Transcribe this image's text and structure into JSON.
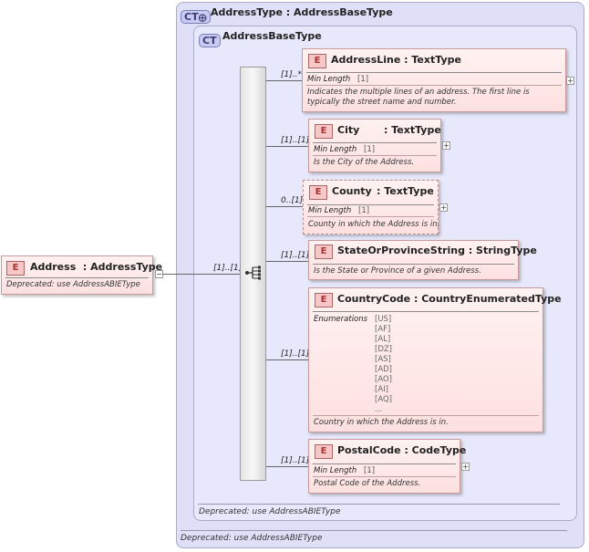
{
  "address_type": {
    "badge": "CT",
    "title": "AddressType : AddressBaseType",
    "footer": "Deprecated: use AddressABIEType"
  },
  "address_base_type": {
    "badge": "CT",
    "title": "AddressBaseType",
    "footer": "Deprecated: use AddressABIEType"
  },
  "root_element": {
    "badge": "E",
    "name": "Address",
    "type": ": AddressType",
    "doc": "Deprecated: use AddressABIEType",
    "cardinality": "[1]..[1]"
  },
  "elements": [
    {
      "badge": "E",
      "name": "AddressLine",
      "type": ": TextType",
      "cardinality": "[1]..*",
      "facet_label": "Min Length",
      "facet_value": "[1]",
      "doc": "Indicates the multiple lines of an address. The first line is typically the street name and number."
    },
    {
      "badge": "E",
      "name": "City",
      "type": ": TextType",
      "cardinality": "[1]..[1]",
      "facet_label": "Min Length",
      "facet_value": "[1]",
      "doc": "Is the City of the Address."
    },
    {
      "badge": "E",
      "name": "County",
      "type": ": TextType",
      "cardinality": "0..[1]",
      "facet_label": "Min Length",
      "facet_value": "[1]",
      "doc": "County in which the Address is in."
    },
    {
      "badge": "E",
      "name": "StateOrProvinceString",
      "type": ": StringType",
      "cardinality": "[1]..[1]",
      "doc": "Is the State or Province of a given Address."
    },
    {
      "badge": "E",
      "name": "CountryCode",
      "type": ": CountryEnumeratedType",
      "cardinality": "[1]..[1]",
      "facet_label": "Enumerations",
      "enumerations": [
        "[US]",
        "[AF]",
        "[AL]",
        "[DZ]",
        "[AS]",
        "[AD]",
        "[AO]",
        "[AI]",
        "[AQ]",
        "..."
      ],
      "doc": "Country in which the Address is in."
    },
    {
      "badge": "E",
      "name": "PostalCode",
      "type": ": CodeType",
      "cardinality": "[1]..[1]",
      "facet_label": "Min Length",
      "facet_value": "[1]",
      "doc": "Postal Code of the Address."
    }
  ],
  "colors": {
    "complex_type_bg": "#dfe0f8",
    "element_bg": "#fde0e0",
    "element_badge": "#f7c6c6"
  }
}
